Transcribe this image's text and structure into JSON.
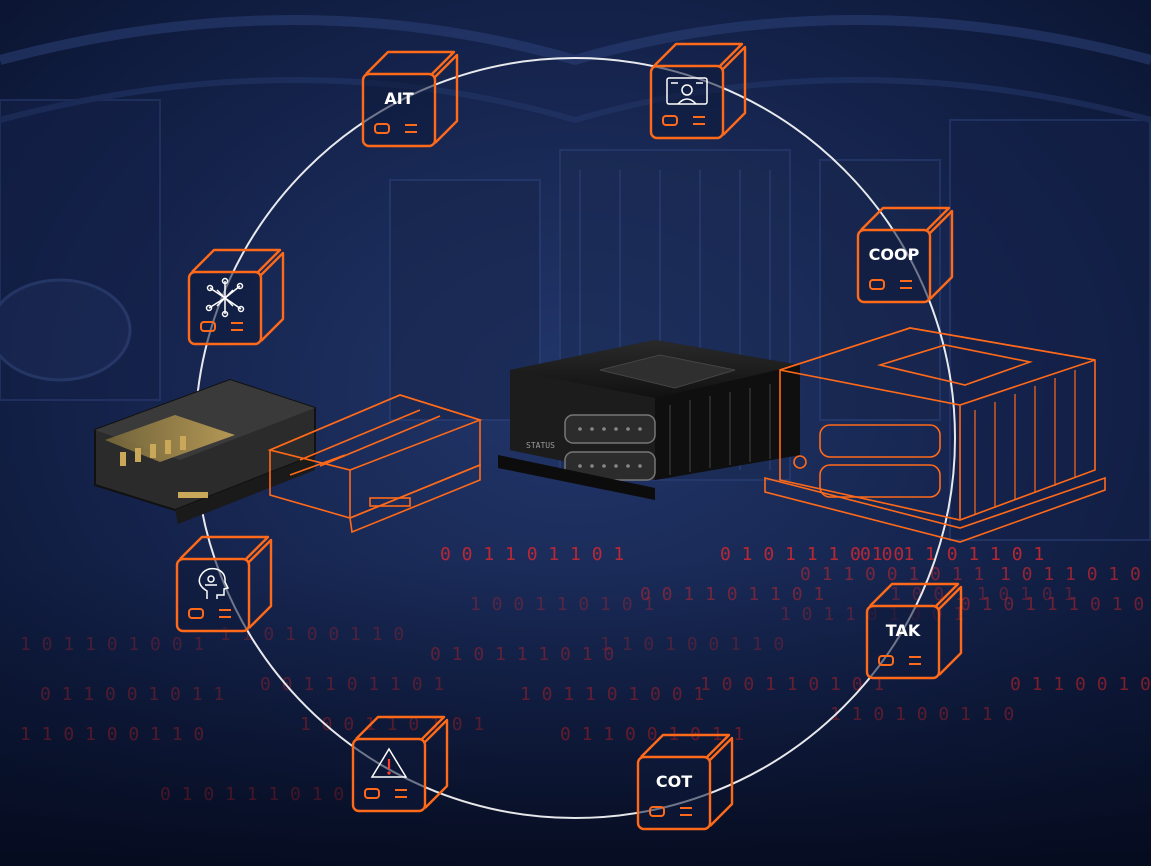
{
  "colors": {
    "background": "#0e1a38",
    "background_light": "#1f3160",
    "accent": "#ff6a1a",
    "binary": "#e0282c",
    "ring": "#ffffff",
    "hardware_dark": "#141414"
  },
  "modules": [
    {
      "id": "ait",
      "label": "AIT",
      "icon": "none"
    },
    {
      "id": "dashboard",
      "label": "",
      "icon": "user-dashboard-icon"
    },
    {
      "id": "coop",
      "label": "COOP",
      "icon": "none"
    },
    {
      "id": "tak",
      "label": "TAK",
      "icon": "none"
    },
    {
      "id": "cot",
      "label": "COT",
      "icon": "none"
    },
    {
      "id": "warning",
      "label": "",
      "icon": "warning-triangle-icon"
    },
    {
      "id": "ai",
      "label": "",
      "icon": "ai-head-icon"
    },
    {
      "id": "network",
      "label": "",
      "icon": "network-node-icon"
    }
  ],
  "hardware": {
    "status_label": "STATUS",
    "items": [
      {
        "id": "vpx-card-photo",
        "style": "photo"
      },
      {
        "id": "vpx-card-outline",
        "style": "outline"
      },
      {
        "id": "rugged-box-photo",
        "style": "photo"
      },
      {
        "id": "rugged-box-outline",
        "style": "outline"
      }
    ]
  },
  "binary_rain": [
    "1 0 1 1 0 1 0 0 1",
    "0 1 1 0 0 1 0 1 1",
    "1 1 0 1 0 0 1 1 0",
    "0 0 1 1 0 1 1 0 1",
    "1 0 0 1 1 0 1 0 1",
    "0 1 0 1 1 1 0 1 0"
  ]
}
